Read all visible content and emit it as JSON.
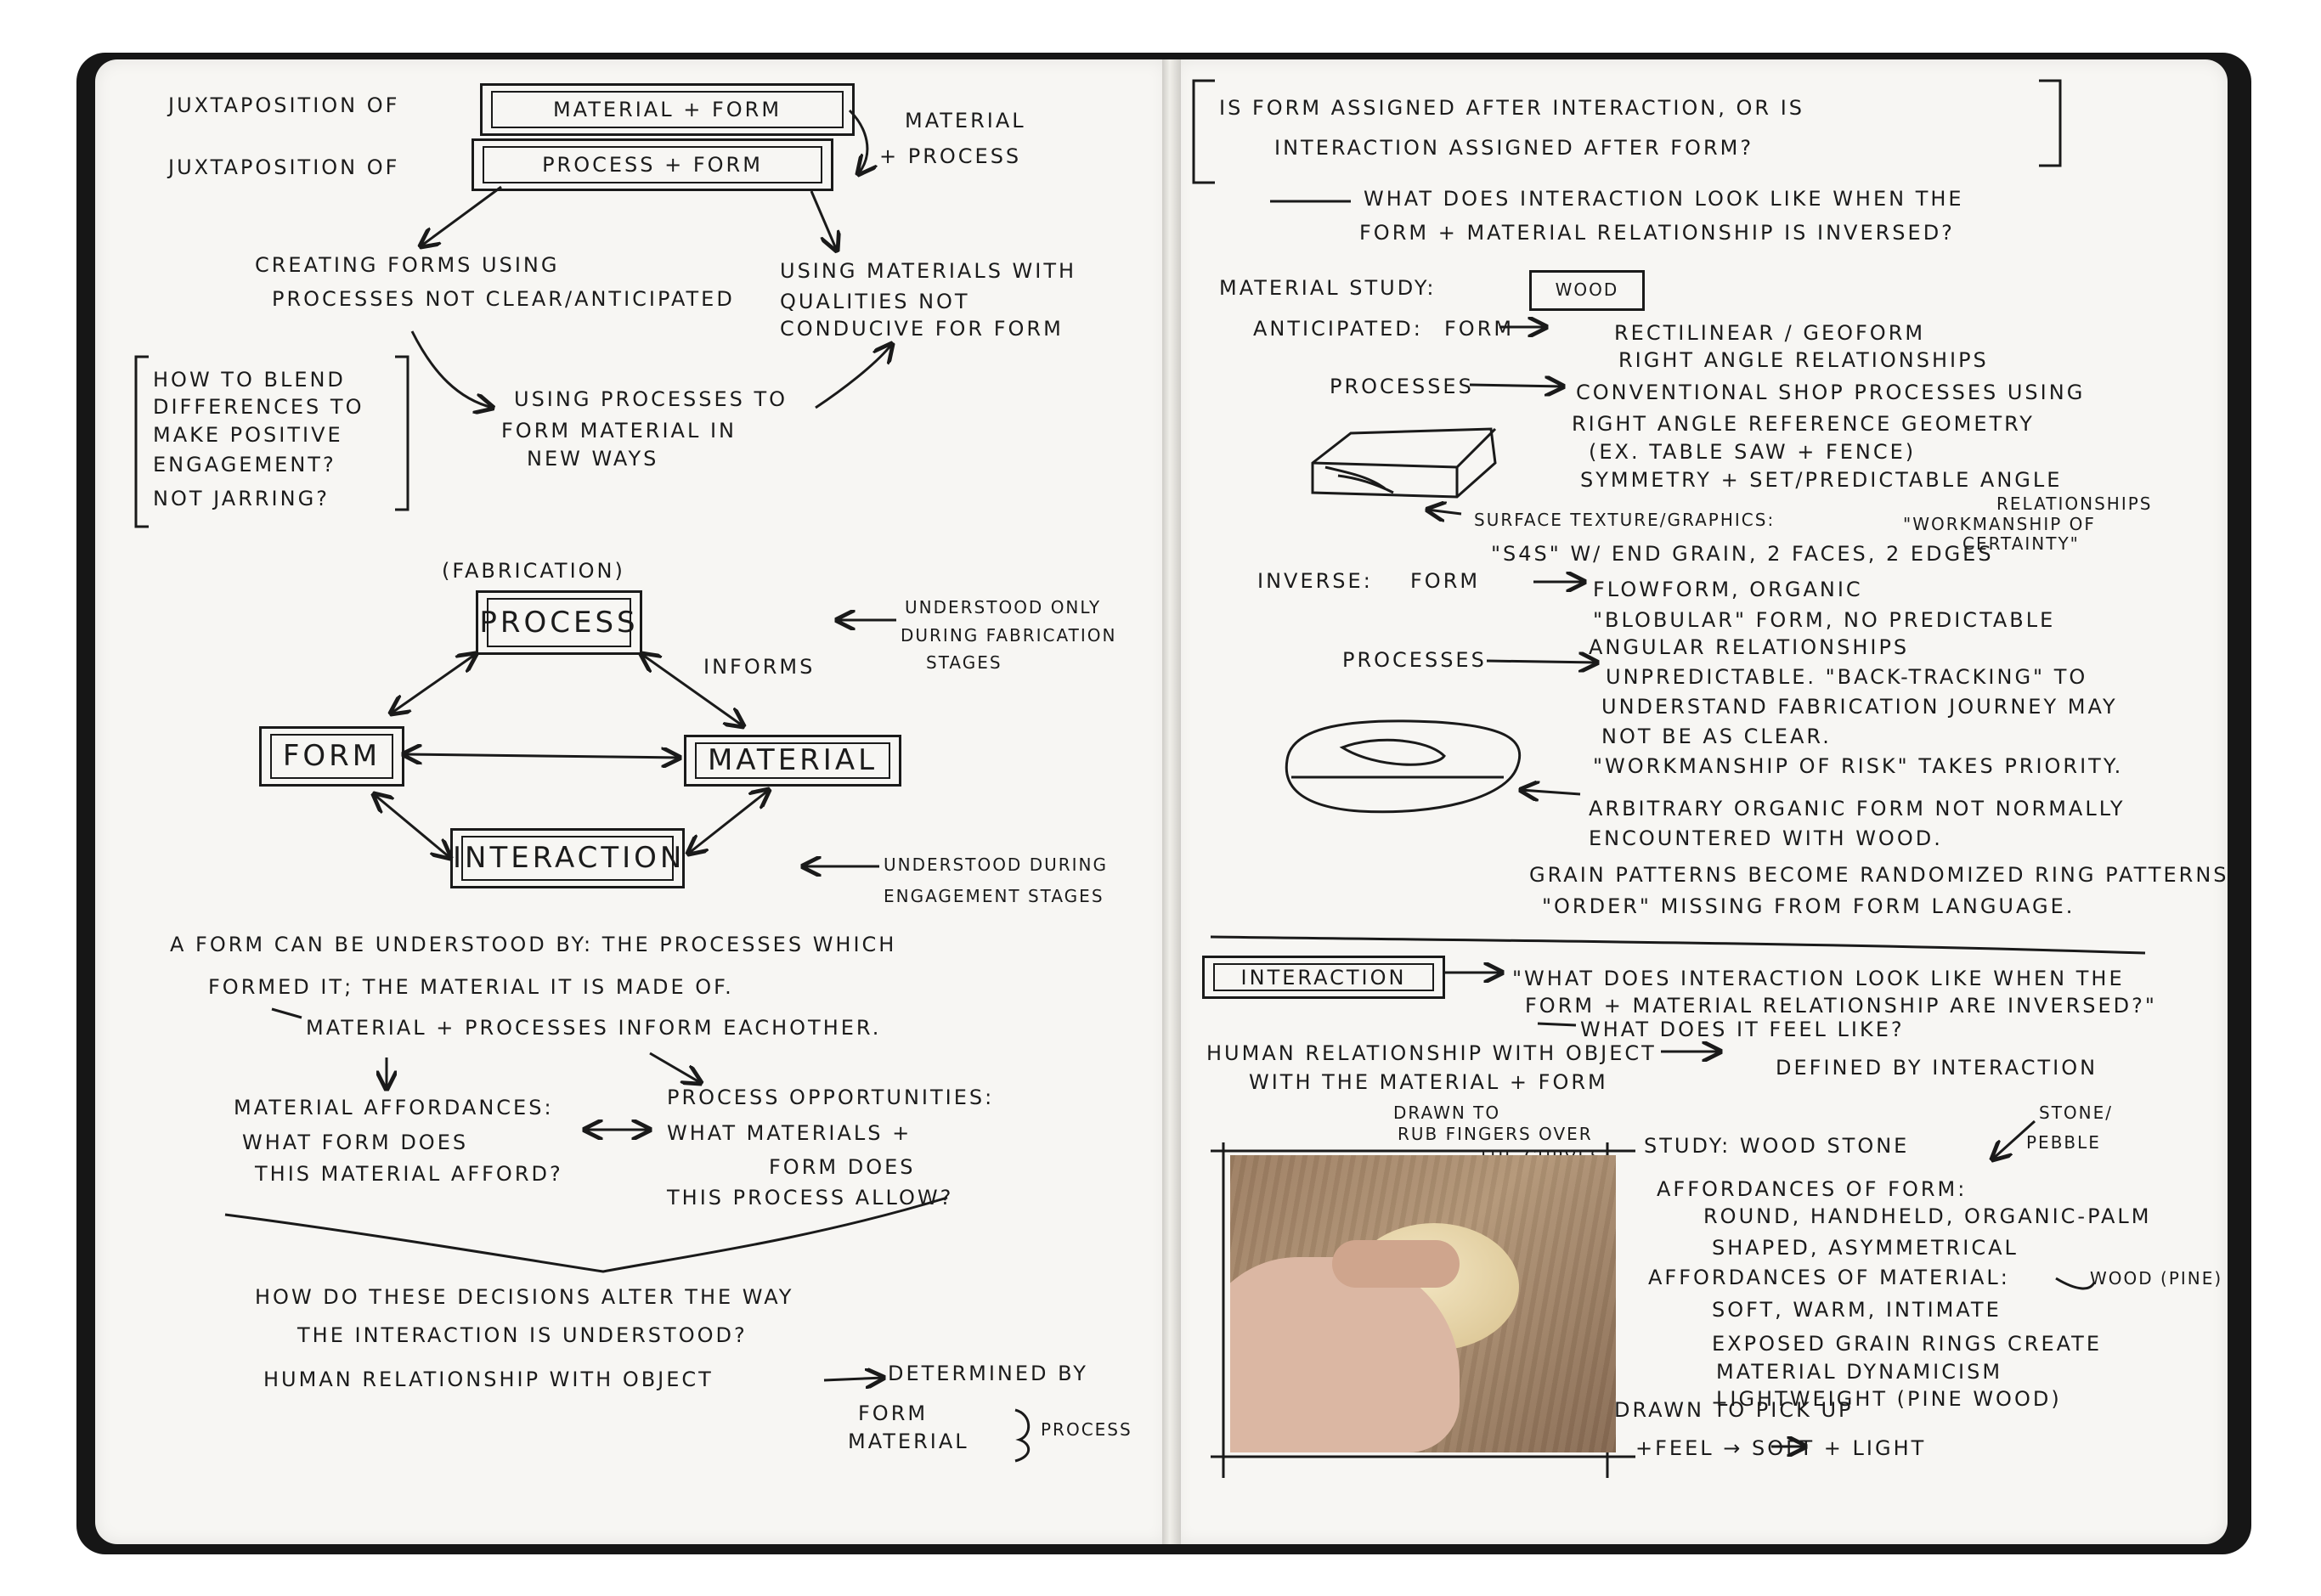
{
  "left_page": {
    "top_lines": [
      "Juxtaposition of",
      "Material + Form",
      "Juxtaposition of",
      "Process + Form",
      "Material",
      "+ Process"
    ],
    "creating_forms": [
      "Creating forms using",
      "processes not clear/anticipated"
    ],
    "using_materials": [
      "Using materials with",
      "qualities not",
      "conducive for form"
    ],
    "blend_box": [
      "How to blend",
      "differences to",
      "make positive",
      "engagement?",
      "not jarring?"
    ],
    "using_processes": [
      "Using processes to",
      "form material in",
      "new ways"
    ],
    "diagram": {
      "fabrication": "(Fabrication)",
      "process": "Process",
      "form": "Form",
      "material": "Material",
      "interaction": "Interaction",
      "informs": "Informs",
      "fabrication_note": [
        "Understood only",
        "during fabrication",
        "stages"
      ],
      "engagement_note": [
        "Understood during",
        "engagement stages"
      ]
    },
    "understood_by": [
      "A form can be understood by: the processes which",
      "formed it; the material it is made of."
    ],
    "inform_each_other": "Material + processes inform eachother.",
    "material_affordances": [
      "Material affordances:",
      "What form does",
      "this material afford?"
    ],
    "process_opportunities": [
      "Process opportunities:",
      "What materials +",
      "form does",
      "this process allow?"
    ],
    "how_decisions": [
      "How do these decisions alter the way",
      "the interaction is understood?"
    ],
    "human_relationship": "Human relationship with object",
    "determined_by": "Determined by",
    "form_material": [
      "Form",
      "Material"
    ],
    "process_label": "Process"
  },
  "right_page": {
    "question": [
      "Is form assigned after interaction, or is",
      "interaction assigned after form?"
    ],
    "what_interaction": [
      "What does interaction look like when the",
      "form + material relationship is inversed?"
    ],
    "material_study": "Material study:",
    "wood": "Wood",
    "anticipated": "Anticipated:",
    "form_label": "Form",
    "rectilinear": [
      "Rectilinear / Geoform",
      "Right angle relationships"
    ],
    "processes_label": "Processes",
    "conventional": [
      "Conventional shop processes using",
      "right angle reference geometry",
      "(ex. table saw + fence)",
      "Symmetry + set/predictable angle",
      "relationships"
    ],
    "workmanship_certainty": [
      "\"Workmanship of",
      "certainty\""
    ],
    "surface_texture": "Surface texture/graphics:",
    "s4s": "\"S4S\" w/ end grain, 2 faces, 2 edges",
    "inverse": "Inverse:",
    "flowform": [
      "Flowform, organic",
      "\"Blobular\" form, no predictable",
      "angular relationships"
    ],
    "unpredictable": [
      "Unpredictable. \"Back-tracking\" to",
      "understand fabrication journey may",
      "not be as clear.",
      "\"Workmanship of risk\" takes priority."
    ],
    "arbitrary": [
      "Arbitrary organic form not normally",
      "encountered with wood."
    ],
    "grain": [
      "Grain patterns become randomized ring patterns",
      "\"Order\" missing from form language."
    ],
    "interaction_box": "Interaction",
    "interaction_q": [
      "\"What does interaction look like when the",
      "form + material relationship are inversed?\"",
      "What does it feel like?"
    ],
    "human_relationship": [
      "Human relationship with object",
      "with the material + form"
    ],
    "defined_by": "Defined by interaction",
    "drawn_to_rub": [
      "Drawn to",
      "rub fingers over",
      "the curves"
    ],
    "study": "Study: Wood stone",
    "stone_pebble": [
      "Stone/",
      "pebble"
    ],
    "affordances_form": [
      "Affordances of form:",
      "Round, handheld, organic-palm",
      "shaped, asymmetrical"
    ],
    "affordances_material": [
      "Affordances of material:",
      "Soft, warm, intimate",
      "Exposed grain rings create",
      "material dynamicism",
      "Lightweight (pine wood)"
    ],
    "wood_pine": "Wood (pine)",
    "drawn_pickup": [
      "Drawn to pick up",
      "+Feel → soft + light"
    ]
  }
}
